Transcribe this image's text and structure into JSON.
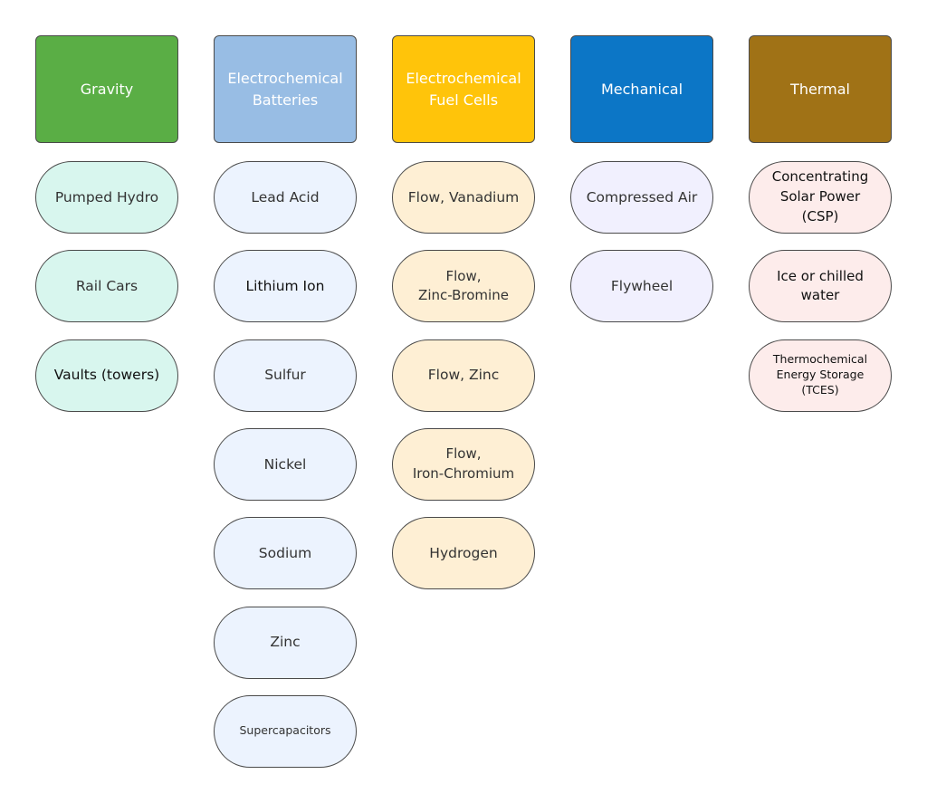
{
  "columns": [
    {
      "header": "Gravity",
      "header_color": "#5aae45",
      "item_color": "#d8f6ee",
      "items": [
        {
          "label": "Pumped Hydro"
        },
        {
          "label": "Rail Cars"
        },
        {
          "label": "Vaults (towers)"
        }
      ]
    },
    {
      "header": "Electrochemical\nBatteries",
      "header_color": "#98bde4",
      "item_color": "#ecf3fe",
      "items": [
        {
          "label": "Lead Acid"
        },
        {
          "label": "Lithium Ion"
        },
        {
          "label": "Sulfur"
        },
        {
          "label": "Nickel"
        },
        {
          "label": "Sodium"
        },
        {
          "label": "Zinc"
        },
        {
          "label": "Supercapacitors"
        }
      ]
    },
    {
      "header": "Electrochemical\nFuel Cells",
      "header_color": "#ffc40a",
      "item_color": "#feefd4",
      "items": [
        {
          "label": "Flow, Vanadium"
        },
        {
          "label": "Flow,\nZinc-Bromine"
        },
        {
          "label": "Flow, Zinc"
        },
        {
          "label": "Flow,\nIron-Chromium"
        },
        {
          "label": "Hydrogen"
        }
      ]
    },
    {
      "header": "Mechanical",
      "header_color": "#0c76c6",
      "item_color": "#f1f0fe",
      "items": [
        {
          "label": "Compressed Air"
        },
        {
          "label": "Flywheel"
        }
      ]
    },
    {
      "header": "Thermal",
      "header_color": "#a07216",
      "item_color": "#fdeceb",
      "items": [
        {
          "label": "Concentrating\nSolar Power\n(CSP)"
        },
        {
          "label": "Ice or chilled\nwater"
        },
        {
          "label": "Thermochemical\nEnergy Storage\n(TCES)"
        }
      ]
    }
  ]
}
